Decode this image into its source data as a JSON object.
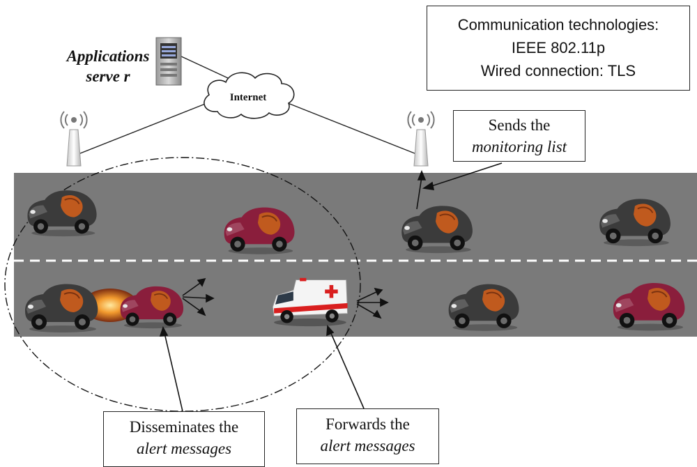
{
  "labels": {
    "tech_line1": "Communication technologies:",
    "tech_line2": "IEEE 802.11p",
    "tech_line3": "Wired connection: TLS",
    "server_line1": "Applications",
    "server_line2": "serve r",
    "internet": "Internet",
    "sends_line1": "Sends the",
    "sends_line2": "monitoring list",
    "dissem_line1": "Disseminates the",
    "dissem_line2": "alert messages",
    "fwd_line1": "Forwards the",
    "fwd_line2": "alert messages"
  },
  "icons": [
    "server-icon",
    "cloud-icon",
    "antenna-icon",
    "car-icon",
    "ambulance-icon",
    "collision-icon",
    "broadcast-arrows-icon"
  ],
  "colors": {
    "road": "#7a7a7a",
    "lane_marking": "#ffffff",
    "car_grey": "#3b3b3b",
    "car_red": "#8a1e3c",
    "seat_orange": "#c05a1e",
    "ambulance_stripe": "#d91e1e"
  }
}
